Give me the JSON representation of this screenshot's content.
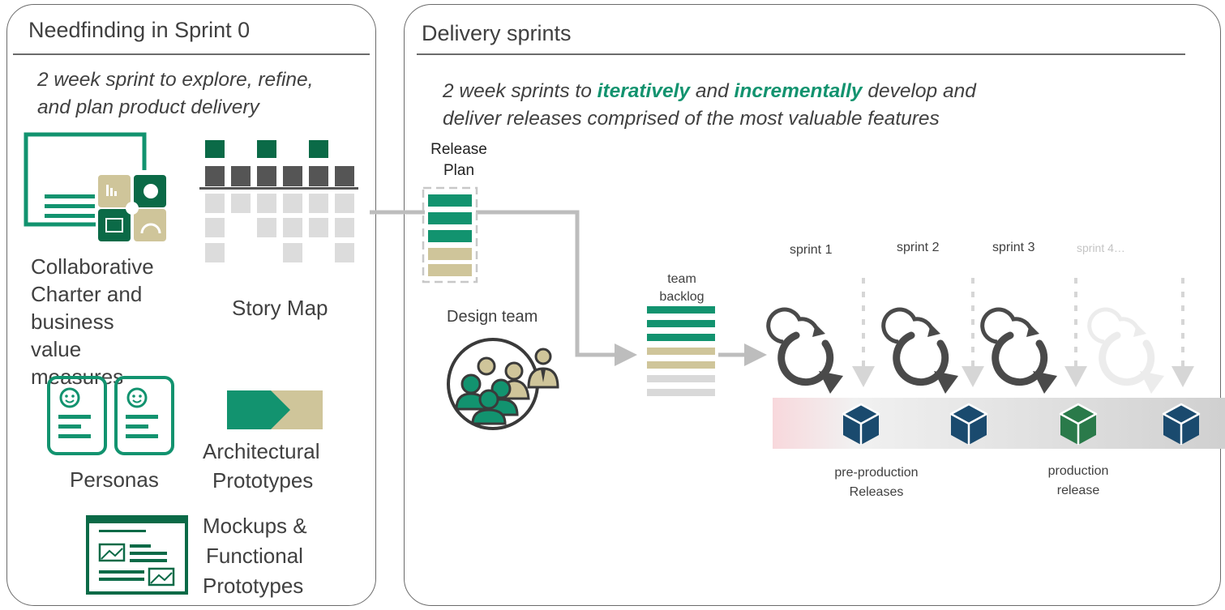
{
  "left": {
    "title": "Needfinding in Sprint 0",
    "subtitle_line1": "2 week sprint to explore, refine,",
    "subtitle_line2": "and plan product delivery",
    "charter_lines": [
      "Collaborative",
      "Charter and",
      "business",
      "value",
      "measures"
    ],
    "story_map": "Story Map",
    "personas": "Personas",
    "arch_line1": "Architectural",
    "arch_line2": "Prototypes",
    "mockups_line1": "Mockups &",
    "mockups_line2": "Functional",
    "mockups_line3": "Prototypes"
  },
  "right": {
    "title": "Delivery sprints",
    "sub1_a": "2 week sprints to ",
    "sub1_b": "iteratively",
    "sub1_c": " and ",
    "sub1_d": "incrementally",
    "sub1_e": " develop and",
    "sub2": "deliver releases comprised of the most valuable features",
    "release_plan_1": "Release",
    "release_plan_2": "Plan",
    "design_team": "Design team",
    "team_backlog_1": "team",
    "team_backlog_2": "backlog",
    "sprints": [
      "sprint 1",
      "sprint 2",
      "sprint 3",
      "sprint 4…"
    ],
    "preprod_1": "pre-production",
    "preprod_2": "Releases",
    "prod_1": "production",
    "prod_2": "release"
  },
  "colors": {
    "green": "#12936f",
    "dark_green": "#0b6a47",
    "tan": "#cfc59a",
    "dark_gray": "#4a4a4a",
    "navy": "#1a4a6e",
    "light_gray": "#d9d9d9"
  },
  "icons": [
    "charter-icon",
    "story-map-icon",
    "persona-card-icon",
    "chevron-banner-icon",
    "mockup-screen-icon",
    "design-team-icon",
    "sprint-cycle-icon",
    "release-cube-icon"
  ]
}
